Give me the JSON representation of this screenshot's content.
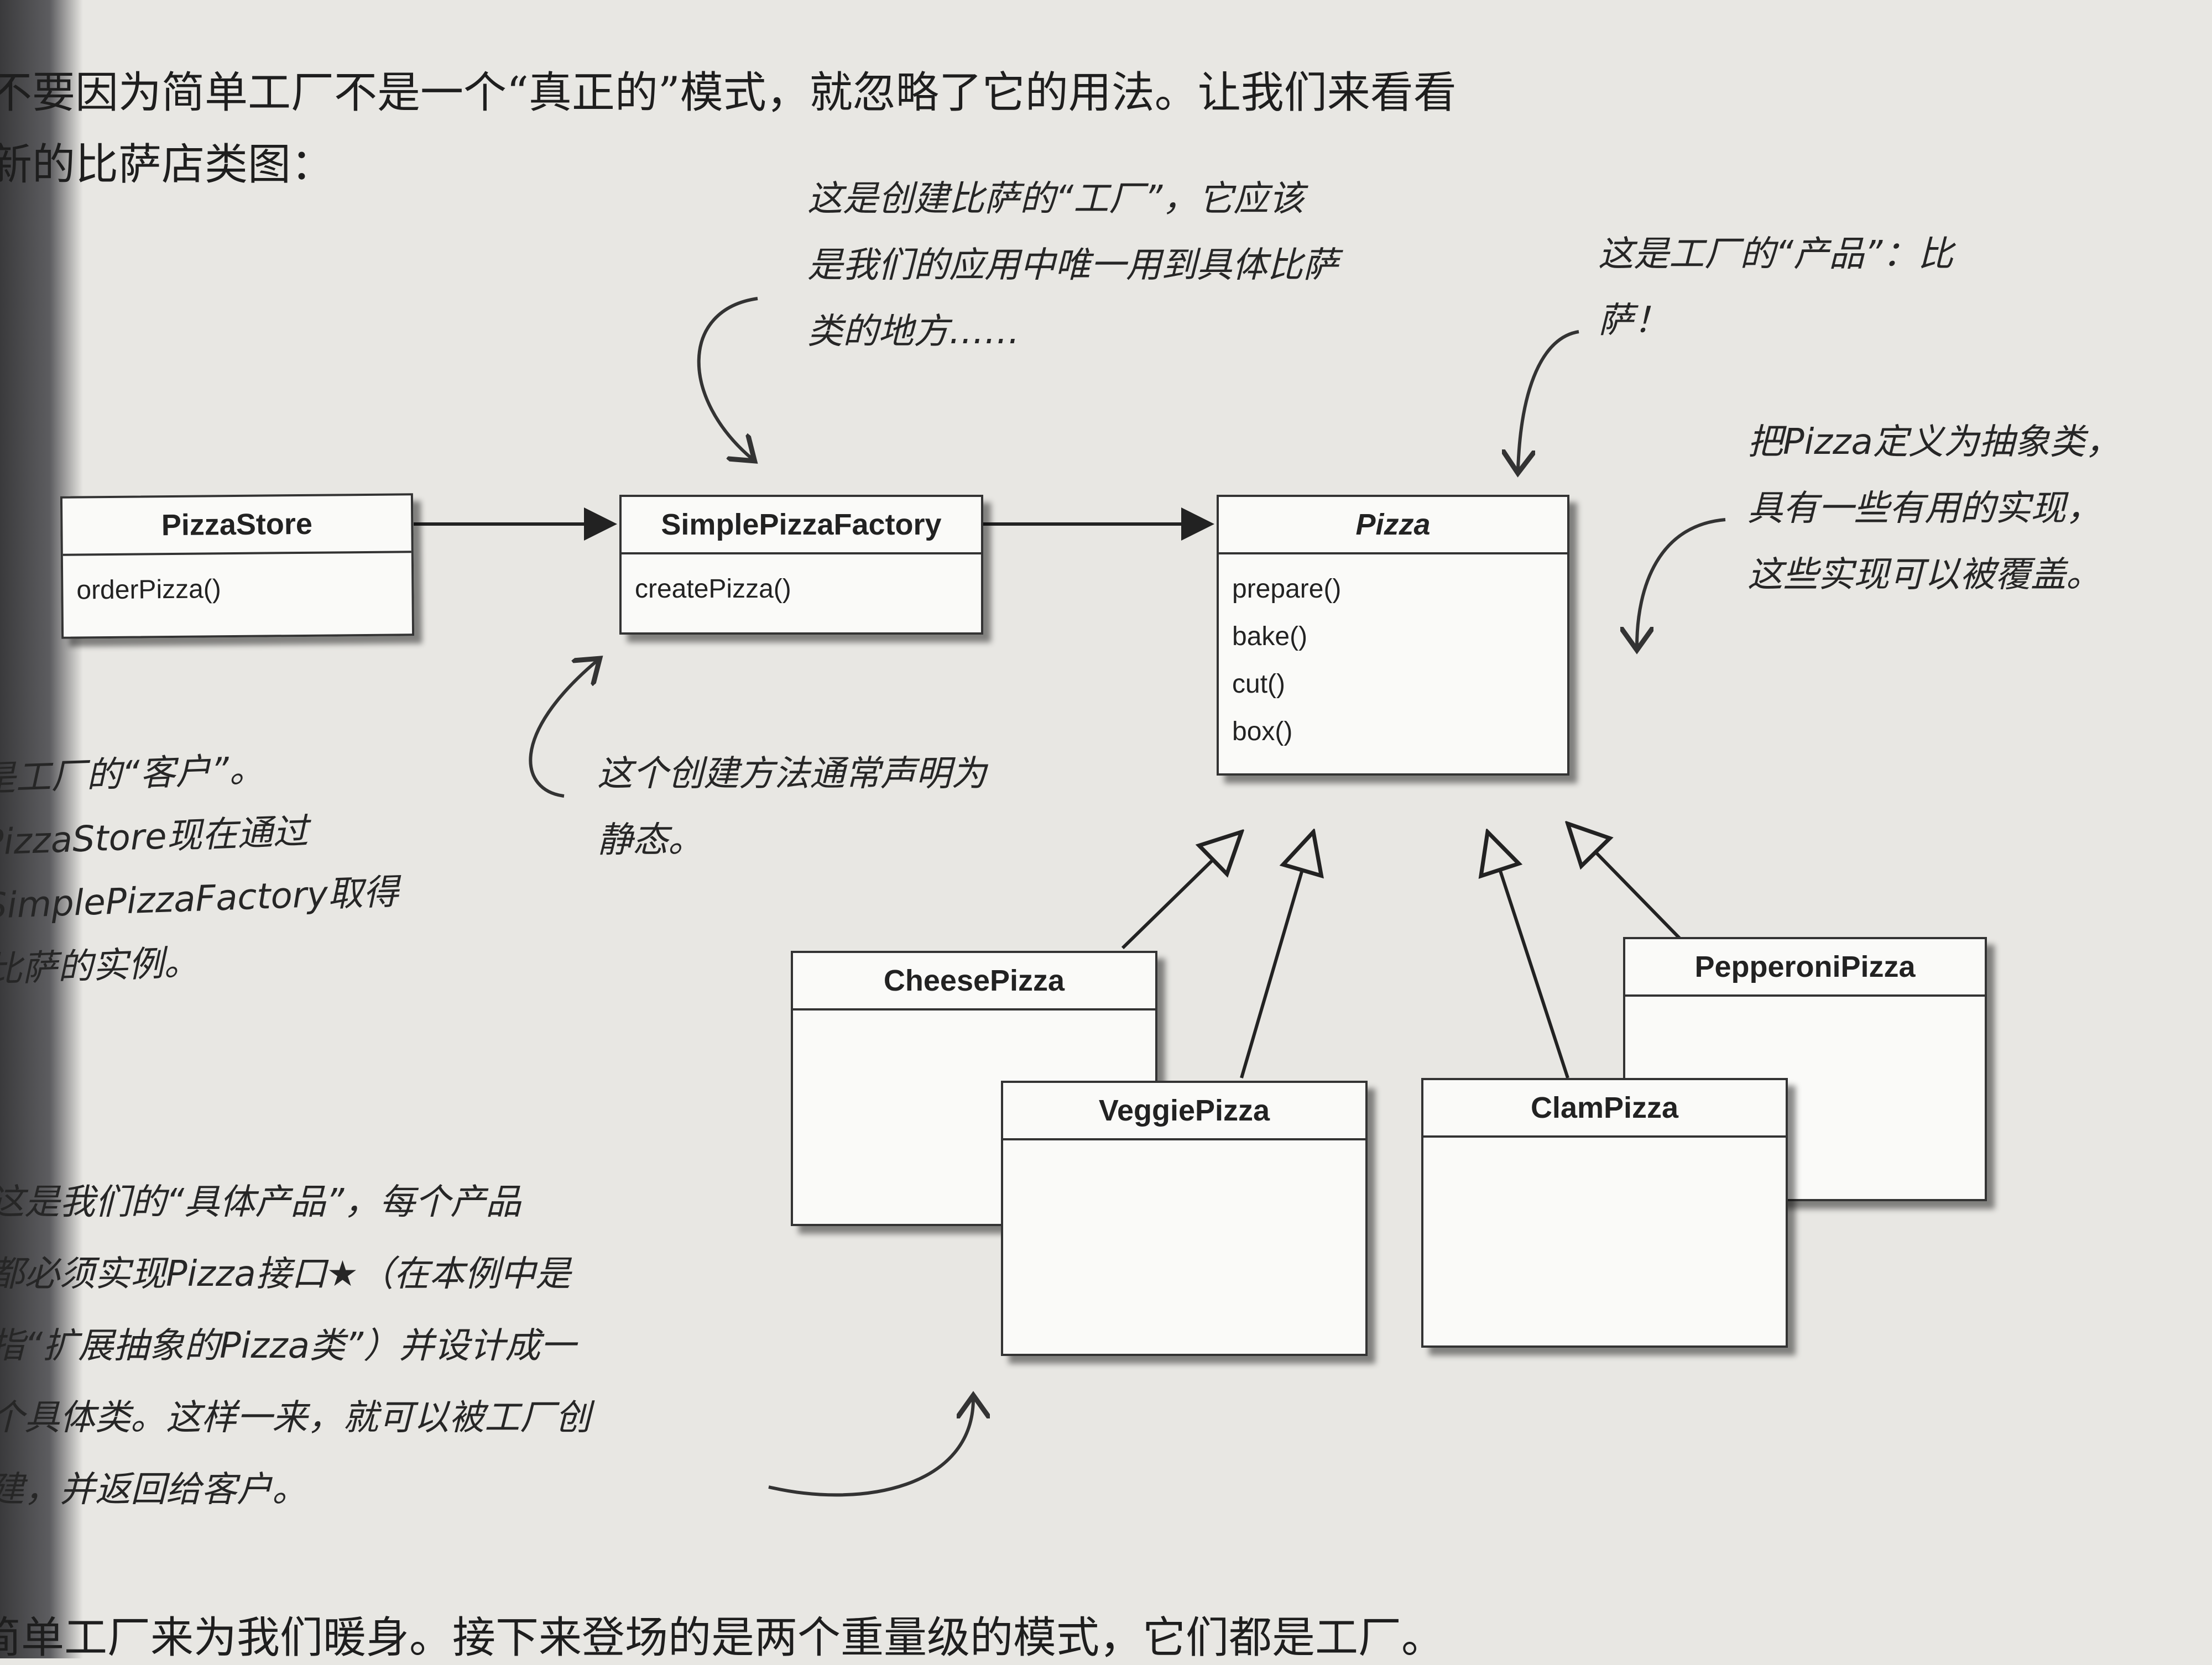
{
  "page_text": {
    "top_line1": "不要因为简单工厂不是一个“真正的”模式，就忽略了它的用法。让我们来看看",
    "top_line2": "新的比萨店类图：",
    "bottom_line": "简单工厂来为我们暖身。接下来登场的是两个重量级的模式，它们都是工厂。"
  },
  "classes": {
    "pizza_store": {
      "name": "PizzaStore",
      "ops": [
        "orderPizza()"
      ]
    },
    "simple_factory": {
      "name": "SimplePizzaFactory",
      "ops": [
        "createPizza()"
      ]
    },
    "pizza": {
      "name": "Pizza",
      "ops": [
        "prepare()",
        "bake()",
        "cut()",
        "box()"
      ]
    },
    "cheese": {
      "name": "CheesePizza"
    },
    "veggie": {
      "name": "VeggiePizza"
    },
    "clam": {
      "name": "ClamPizza"
    },
    "pepperoni": {
      "name": "PepperoniPizza"
    }
  },
  "notes": {
    "factory_note": [
      "这是创建比萨的“工厂”，它应该",
      "是我们的应用中唯一用到具体比萨",
      "类的地方……"
    ],
    "product_note": [
      "这是工厂的“产品”：比",
      "萨！"
    ],
    "abstract_note": [
      "把Pizza定义为抽象类，",
      "具有一些有用的实现，",
      "这些实现可以被覆盖。"
    ],
    "static_note": [
      "这个创建方法通常声明为",
      "静态。"
    ],
    "client_note": [
      "是工厂的“客户”。",
      "PizzaStore现在通过",
      "SimplePizzaFactory取得",
      "比萨的实例。"
    ],
    "concrete_note": [
      "这是我们的“具体产品”，每个产品",
      "都必须实现Pizza接口★（在本例中是",
      "指“扩展抽象的Pizza类”）并设计成一",
      "个具体类。这样一来，就可以被工厂创",
      "建，并返回给客户。"
    ]
  }
}
